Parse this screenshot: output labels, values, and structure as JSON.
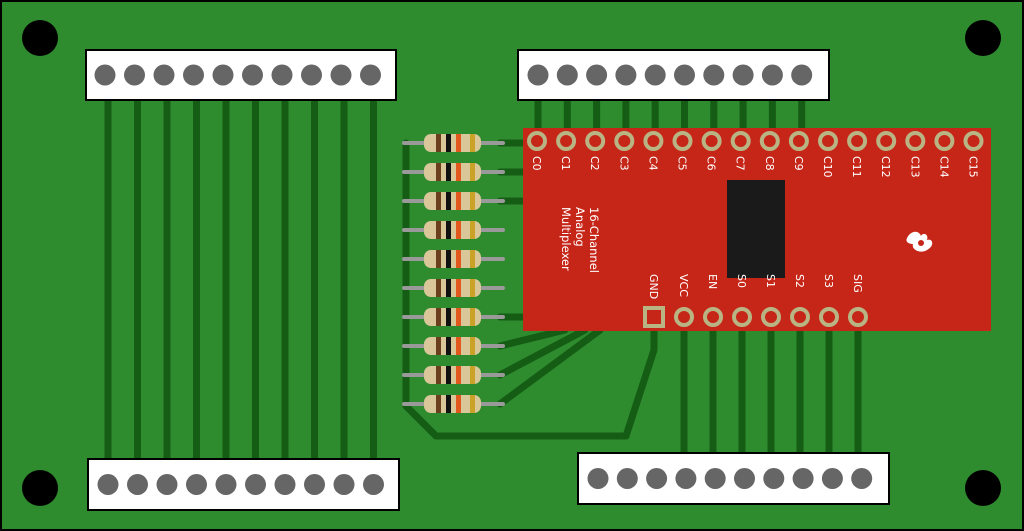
{
  "board": {
    "colors": {
      "pcb": "#2e8b2e",
      "pcb_outline": "#000000",
      "trace": "#155c15",
      "mounting_hole": "#000000",
      "header_body": "#ffffff",
      "header_pin": "#666666",
      "breakout": "#c62618",
      "breakout_pad": "#b8b484",
      "chip": "#1a1a1a",
      "resistor_body": "#d9c79a",
      "resistor_lead": "#9a9a9a"
    },
    "mounting_holes": [
      "hole-top-left",
      "hole-top-right",
      "hole-bottom-left",
      "hole-bottom-right"
    ],
    "headers": [
      {
        "name": "header-top-left",
        "pins": 10
      },
      {
        "name": "header-top-right",
        "pins": 10
      },
      {
        "name": "header-bottom-left",
        "pins": 10
      },
      {
        "name": "header-bottom-right",
        "pins": 10
      }
    ],
    "resistors": {
      "count": 10,
      "bands": [
        "#6b3e1e",
        "#111111",
        "#e2571c",
        "#c9a227"
      ]
    }
  },
  "multiplexer": {
    "title_lines": [
      "16-Channel",
      "Analog",
      "Multiplexer"
    ],
    "channel_labels": [
      "C0",
      "C1",
      "C2",
      "C3",
      "C4",
      "C5",
      "C6",
      "C7",
      "C8",
      "C9",
      "C10",
      "C11",
      "C12",
      "C13",
      "C14",
      "C15"
    ],
    "control_labels": [
      "GND",
      "VCC",
      "EN",
      "S0",
      "S1",
      "S2",
      "S3",
      "SIG"
    ],
    "logo_icon": "flame-logo-icon"
  }
}
